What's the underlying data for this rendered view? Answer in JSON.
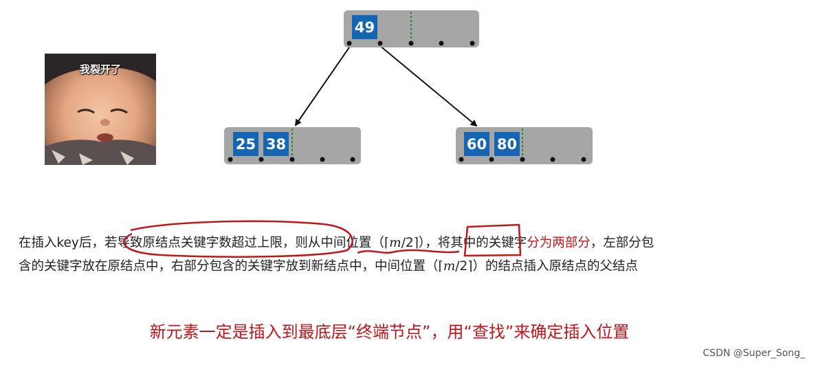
{
  "tree": {
    "root": {
      "keys": [
        "49"
      ]
    },
    "left_child": {
      "keys": [
        "25",
        "38"
      ]
    },
    "right_child": {
      "keys": [
        "60",
        "80"
      ]
    }
  },
  "meme": {
    "caption": "我裂开了"
  },
  "paragraph": {
    "line1": {
      "prefix": "在插入key后，",
      "circled": "若导致原结点关键字数超过上限",
      "middle": "，则从",
      "underlined": "中间位置",
      "paren_open": "（⌈",
      "m": "m",
      "paren_close": "/2⌉）",
      "after": "，将其中的关键字",
      "red_phrase": "分为两部分",
      "tail": "，左部分包"
    },
    "line2": {
      "before": "含的关键字放在原结点中，右部分包含的关键字放到新结点中，中间位置（⌈",
      "m": "m",
      "after": "/2⌉）的结点插入原结点的父结点"
    }
  },
  "highlight": "新元素一定是插入到最底层“终端节点”，用“查找”来确定插入位置",
  "watermark": "CSDN @Super_Song_",
  "colors": {
    "node": "#a6a6a6",
    "key": "#1565b5",
    "accent": "#c0161c",
    "divider": "#1f8a2c"
  }
}
